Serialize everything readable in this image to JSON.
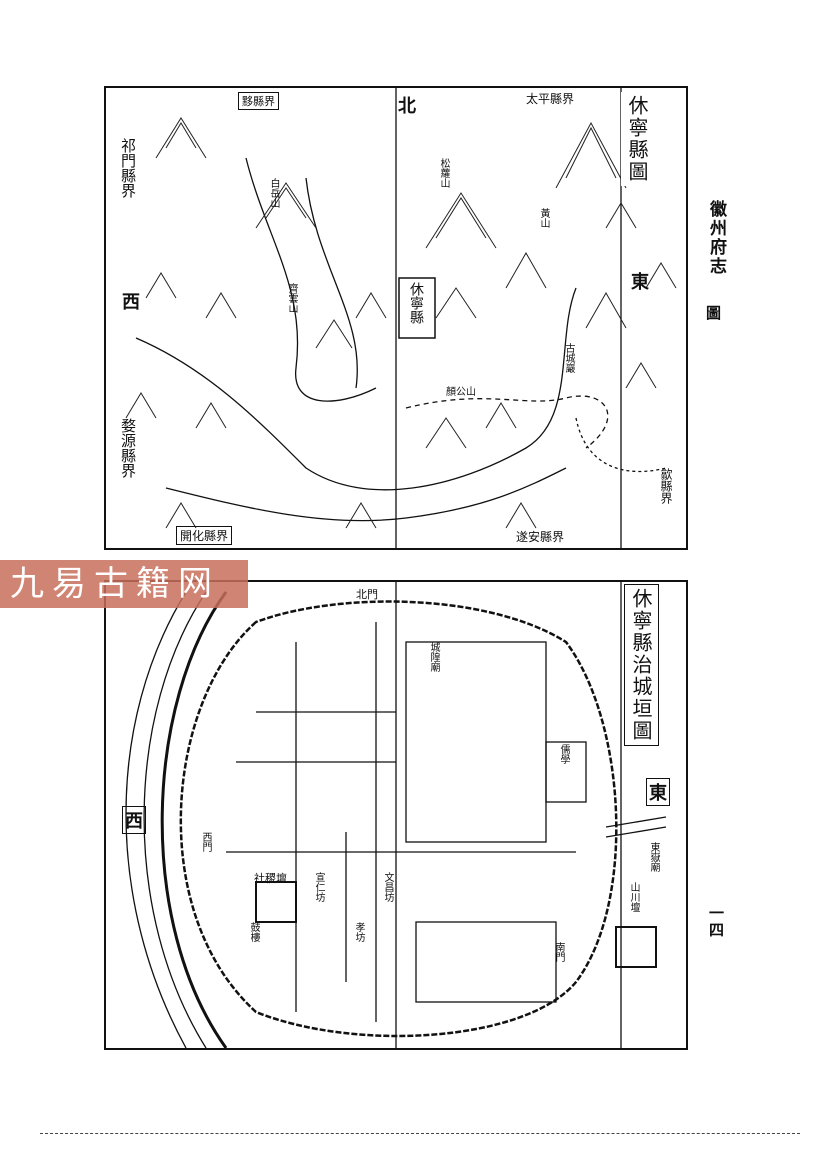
{
  "running_head": {
    "book_title": "徽州府志",
    "section": "圖",
    "page_number": "一四"
  },
  "map_county": {
    "title": "休寧縣圖",
    "seat": "休寧縣",
    "directions": {
      "north": "北",
      "east": "東",
      "west": "西"
    },
    "boundaries": {
      "top_left": "黟縣界",
      "top": "太平縣界",
      "left": "祁門縣界",
      "left_bottom": "婺源縣界",
      "bottom_left": "開化縣界",
      "bottom_right": "遂安縣界",
      "right": "歙縣界"
    },
    "places": [
      "齊雲山",
      "白岳山",
      "黃山",
      "松蘿山",
      "古城巖",
      "顏公山"
    ]
  },
  "map_city": {
    "title": "休寧縣治城垣圖",
    "directions": {
      "east": "東",
      "west": "西"
    },
    "places": [
      "社稷壇",
      "宣仁坊",
      "孝坊",
      "城隍廟",
      "文昌坊",
      "儒學",
      "山川壇",
      "東嶽廟",
      "北門",
      "西門",
      "南門",
      "鼓樓"
    ]
  },
  "watermark": "九易古籍网"
}
